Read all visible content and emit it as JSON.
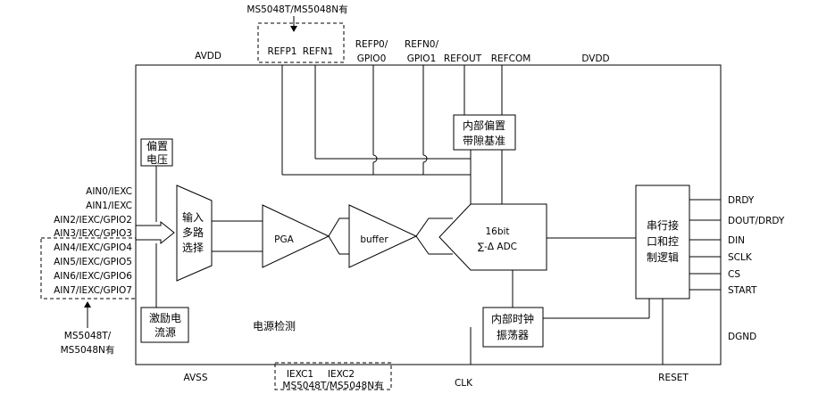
{
  "top_note": "MS5048T/MS5048N有",
  "bottom_note": "MS5048T/MS5048N有",
  "left_note": [
    "MS5048T/",
    "MS5048N有"
  ],
  "pins": {
    "avdd": "AVDD",
    "refp1": "REFP1",
    "refn1": "REFN1",
    "refp0": [
      "REFP0/",
      "GPIO0"
    ],
    "refn0": [
      "REFN0/",
      "GPIO1"
    ],
    "refout": "REFOUT",
    "refcom": "REFCOM",
    "dvdd": "DVDD",
    "avss": "AVSS",
    "iexc1": "IEXC1",
    "iexc2": "IEXC2",
    "clk": "CLK",
    "reset": "RESET",
    "dgnd": "DGND"
  },
  "analog_inputs": [
    "AIN0/IEXC",
    "AIN1/IEXC",
    "AIN2/IEXC/GPIO2",
    "AIN3/IEXC/GPIO3",
    "AIN4/IEXC/GPIO4",
    "AIN5/IEXC/GPIO5",
    "AIN6/IEXC/GPIO6",
    "AIN7/IEXC/GPIO7"
  ],
  "digital_pins": [
    "DRDY",
    "DOUT/DRDY",
    "DIN",
    "SCLK",
    "CS",
    "START"
  ],
  "blocks": {
    "bias": [
      "偏置",
      "电压"
    ],
    "mux": [
      "输入",
      "多路",
      "选择"
    ],
    "pga": "PGA",
    "buffer": "buffer",
    "adc": [
      "16bit",
      "∑-Δ ADC"
    ],
    "ref": [
      "内部偏置",
      "带隙基准"
    ],
    "serial": [
      "串行接",
      "口和控",
      "制逻辑"
    ],
    "iexc_src": [
      "激励电",
      "流源"
    ],
    "power_mon": "电源检测",
    "osc": [
      "内部时钟",
      "振荡器"
    ]
  }
}
